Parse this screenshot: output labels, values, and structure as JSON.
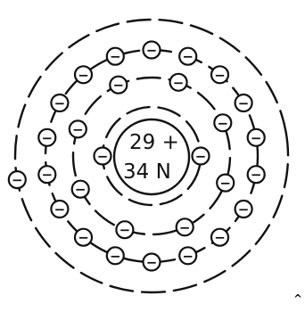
{
  "diagram": {
    "nucleus": {
      "protons_label": "29 +",
      "neutrons_label": "34 N"
    },
    "shells": [
      {
        "electron_count": 2
      },
      {
        "electron_count": 8
      },
      {
        "electron_count": 18
      },
      {
        "electron_count": 1
      }
    ],
    "electron_symbol": "−",
    "corner_mark": "^"
  }
}
